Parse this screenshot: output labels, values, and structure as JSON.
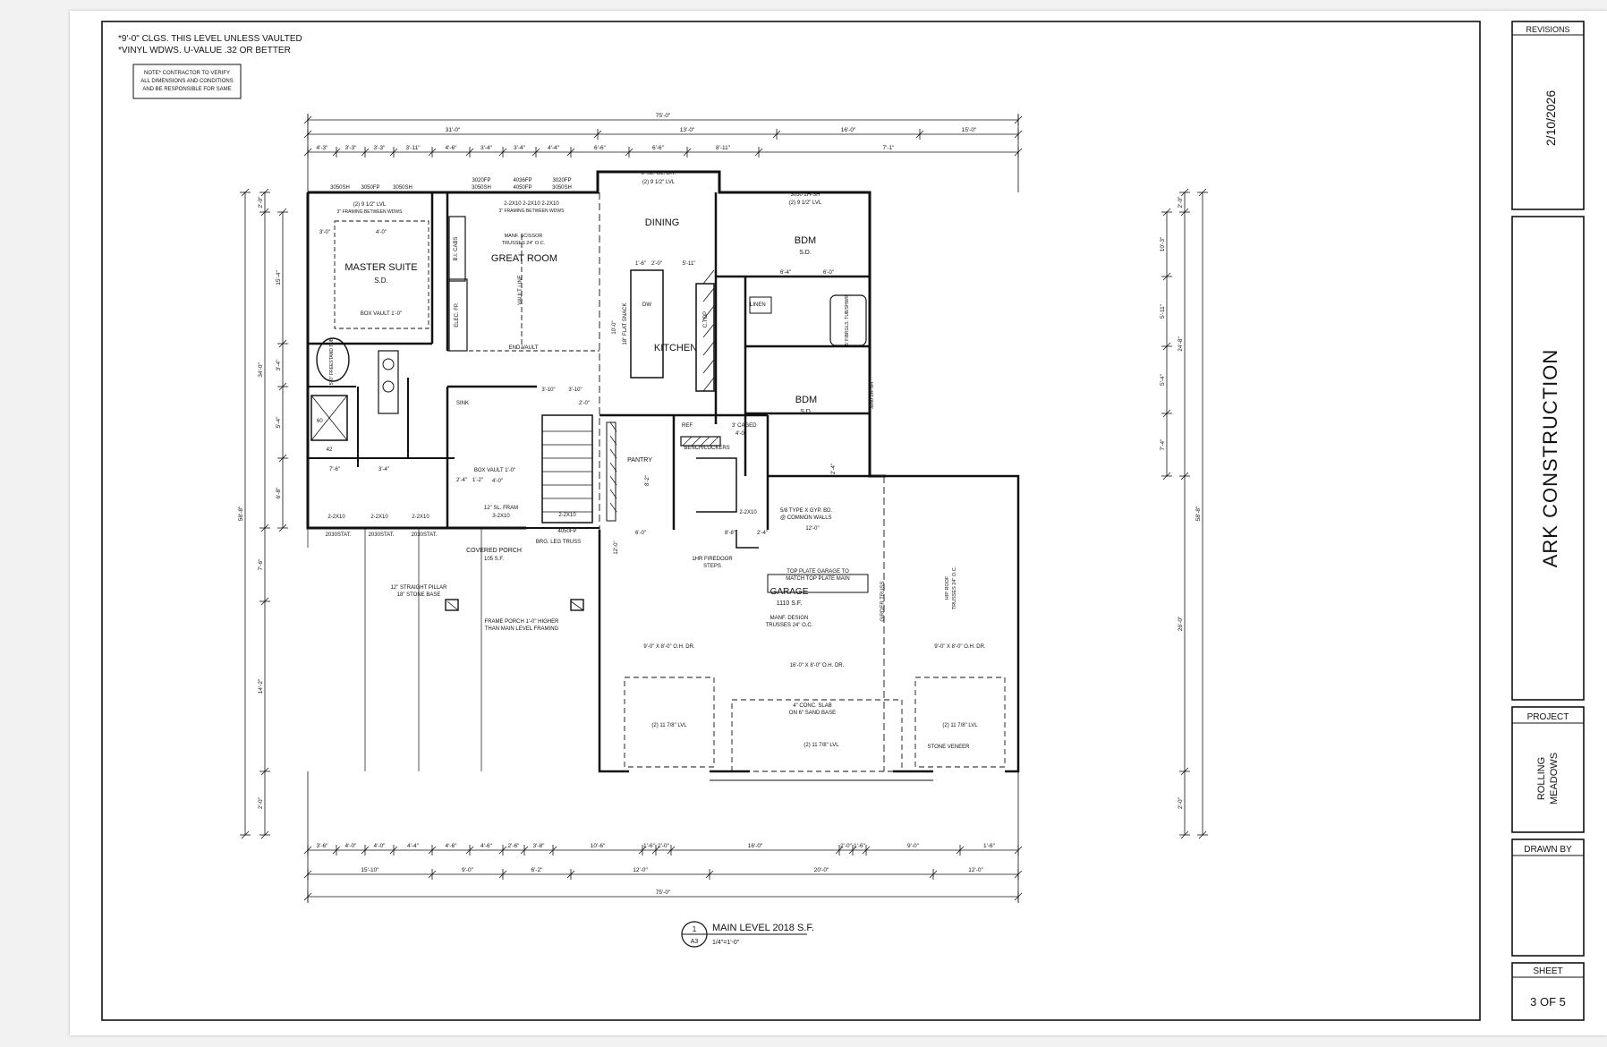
{
  "notes": {
    "line1": "*9'-0\" CLGS. THIS LEVEL UNLESS VAULTED",
    "line2": "*VINYL WDWS. U-VALUE .32 OR BETTER",
    "contractor_note": [
      "NOTE* CONTRACTOR TO VERIFY",
      "ALL DIMENSIONS AND CONDITIONS",
      "AND BE RESPONSIBLE FOR SAME"
    ]
  },
  "title_block": {
    "revisions_label": "REVISIONS",
    "revision_date": "2/10/2026",
    "company": "ARK CONSTRUCTION",
    "project_label": "PROJECT",
    "project_name_1": "ROLLING",
    "project_name_2": "MEADOWS",
    "drawn_by_label": "DRAWN BY",
    "sheet_label": "SHEET",
    "sheet_number": "3 OF 5"
  },
  "drawing_title": {
    "num": "1",
    "ref": "A3",
    "title": "MAIN LEVEL 2018 S.F.",
    "scale": "1/4\"=1'-0\""
  },
  "dimensions": {
    "overall_top": "75'-0\"",
    "top_row2": [
      "31'-0\"",
      "13'-0\"",
      "16'-0\"",
      "15'-0\""
    ],
    "top_row3": [
      "4'-3\"",
      "3'-3\"",
      "3'-3\"",
      "3'-11\"",
      "4'-6\"",
      "3'-4\"",
      "3'-4\"",
      "4'-4\"",
      "6'-6\"",
      "6'-6\"",
      "8'-11\"",
      "7'-1\""
    ],
    "bottom_row1": [
      "3'-6\"",
      "4'-0\"",
      "4'-0\"",
      "4'-4\"",
      "4'-6\"",
      "4'-6\"",
      "2'-6\"",
      "3'-8\"",
      "10'-6\"",
      "1'-6\"",
      "2'-0\"",
      "16'-0\"",
      "2'-0\"",
      "1'-6\"",
      "9'-0\"",
      "1'-6\""
    ],
    "bottom_row2": [
      "15'-10\"",
      "9'-0\"",
      "6'-2\"",
      "12'-0\"",
      "20'-0\"",
      "12'-0\""
    ],
    "overall_bottom": "75'-0\"",
    "left_outer": "58'-8\"",
    "left_row2": [
      "2'-0\"",
      "34'-0\"",
      "7'-6\"",
      "14'-2\"",
      "2'-0\""
    ],
    "left_row3": [
      "15'-4\"",
      "3'-4\"",
      "5'-4\"",
      "6'-8\""
    ],
    "right_outer": "58'-8\"",
    "right_row2": [
      "2'-0\"",
      "24'-8\"",
      "26'-0\"",
      "2'-0\""
    ],
    "right_row3": [
      "10'-3\"",
      "5'-11\"",
      "5'-4\"",
      "7'-4\""
    ]
  },
  "rooms": {
    "master_suite": "MASTER SUITE",
    "master_sd": "S.D.",
    "great_room": "GREAT ROOM",
    "dining": "DINING",
    "kitchen": "KITCHEN",
    "bdm1": "BDM",
    "bdm1_sd": "S.D.",
    "bdm2": "BDM",
    "bdm2_sd": "S.D.",
    "garage": "GARAGE",
    "garage_sf": "1110 S.F.",
    "pantry": "PANTRY",
    "covered_porch": "COVERED PORCH",
    "porch_sf": "105 S.F.",
    "linen": "LINEN",
    "bench_lockers": "BENCH/LOCKERS",
    "ref": "REF",
    "sink": "SINK"
  },
  "labels": {
    "box_vault_master": "BOX VAULT 1'-0\"",
    "master_width": "4'-0\"",
    "master_side": "3'-0\"",
    "lvl_master": "(2) 9 1/2\" LVL",
    "framing_master": "3\" FRAMING BETWEEN WDWS",
    "lvl_great": "2-2X10   2-2X10   2-2X10",
    "framing_great": "3\" FRAMING BETWEEN WDWS",
    "manf_scissor_1": "MANF. SCISSOR",
    "manf_scissor_2": "TRUSSES 24\" O.C.",
    "end_vault": "END VAULT",
    "sl_gl_dr": "8' SL. GL. DR.",
    "lvl_dining": "(2) 9 1/2\" LVL",
    "lvl_bdm": "(2) 9 1/2\" LVL",
    "win_master_1": "3050SH",
    "win_master_2": "3050FP",
    "win_master_3": "3050SH",
    "win_great_1": "3020FP",
    "win_great_1b": "3050SH",
    "win_great_2": "4036FP",
    "win_great_2b": "4050FP",
    "win_great_3": "3020FP",
    "win_great_3b": "3050SH",
    "win_bdm": "3050 2H-SH",
    "win_bdm2": "3050 2H-SH",
    "kitchen_dims": [
      "1'-6\"",
      "2'-0\"",
      "5'-11\""
    ],
    "flat_snack": "18\" FLAT SNACK",
    "kitchen_v": "10'-0\"",
    "bdm_dims": [
      "6'-4\"",
      "6'-0\""
    ],
    "type_x_1": "5/8 TYPE X GYP. BD.",
    "type_x_2": "@ COMMON WALLS",
    "garage_w": "12'-0\"",
    "top_plate_1": "TOP PLATE GARAGE TO",
    "top_plate_2": "MATCH TOP PLATE MAIN",
    "manf_design_1": "MANF. DESIGN",
    "manf_design_2": "TRUSSES 24\" O.C.",
    "girder_truss": "GIRDER TRUSS",
    "hip_roof_1": "HIP ROOF",
    "hip_roof_2": "TRUSSES 24\" O.C.",
    "door_left": "9'-0\" X 8'-0\" O.H. DR.",
    "door_center": "16'-0\" X 8'-0\" O.H. DR.",
    "door_right": "9'-0\" X 8'-0\" O.H. DR.",
    "lvl_door_left": "(2) 11 7/8\" LVL",
    "lvl_door_center": "(2) 11 7/8\" LVL",
    "lvl_door_right": "(2) 11 7/8\" LVL",
    "slab_1": "4\" CONC. SLAB",
    "slab_2": "ON 6\" SAND BASE",
    "stone_veneer": "STONE VENEER",
    "fire_door_1": "1HR FIREDOOR",
    "fire_door_2": "STEPS",
    "porch_w": "6'-0\"",
    "porch_step": "8'-8\"",
    "porch_step2": "2'-4\"",
    "pillar_1": "12\" STRAIGHT PILLAR",
    "pillar_2": "18\" STONE BASE",
    "frame_porch_1": "FRAME PORCH 1'-0\" HIGHER",
    "frame_porch_2": "THAN MAIN LEVEL FRAMING",
    "brg_leg_truss": "BRG. LEG TRUSS",
    "win_porch": "4050FP",
    "stair_2x10": "2-2X10",
    "stair_dims": [
      "3'-10\"",
      "3'-10\""
    ],
    "box_vault_bath": "BOX VAULT 1'-0\"",
    "bath_dims": [
      "7'-6\"",
      "3'-4\"",
      "2'-4\"",
      "1'-2\"",
      "4'-0\""
    ],
    "master_bottom": [
      "2-2X10",
      "2-2X10",
      "2-2X10"
    ],
    "win_master_bottom": [
      "2030STAT.",
      "2030STAT.",
      "2030STAT."
    ],
    "freestand_tub": "5'-0\" FREESTAND TUB",
    "caged": "3' CAGED",
    "caged_dim": "4'-0\"",
    "fiberglass_tub": "5' FIBRGLS. TUB/SHWR",
    "vault_line": "VAULT LINE",
    "elec_fp": "ELEC. FP.",
    "bi_cabs": "B.I. CABS",
    "cooktop": "C.TOP",
    "dw": "DW",
    "dim_42": "42",
    "dim_60": "60",
    "sl_fram": "12\" SL. FRAM",
    "sl_fram2": "3-2X10",
    "dim_2_0": "2'-0\"",
    "pantry_dim": "8'-2\"",
    "porch_v": "12'-0\"",
    "garage_dim_2_10": "2-2X10",
    "caged_dim2": "2'-4\""
  }
}
